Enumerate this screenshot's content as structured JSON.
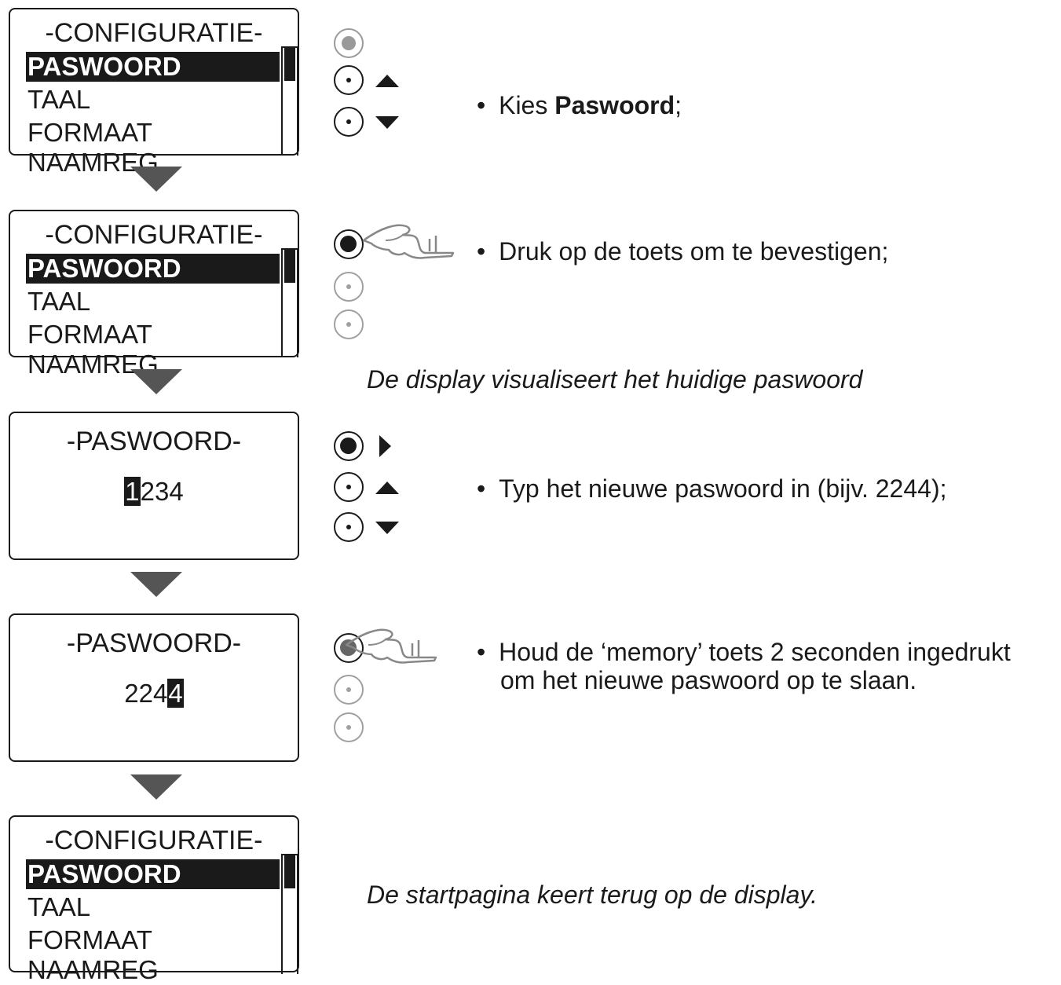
{
  "screens": [
    {
      "title": "-CONFIGURATIE-",
      "items": [
        "PASWOORD",
        "TAAL",
        "FORMAAT NAAMREG"
      ]
    },
    {
      "title": "-CONFIGURATIE-",
      "items": [
        "PASWOORD",
        "TAAL",
        "FORMAAT NAAMREG"
      ]
    },
    {
      "title": "-PASWOORD-",
      "pw_before": "",
      "pw_cursor": "1",
      "pw_after": "234"
    },
    {
      "title": "-PASWOORD-",
      "pw_before": "224",
      "pw_cursor": "4",
      "pw_after": ""
    },
    {
      "title": "-CONFIGURATIE-",
      "items": [
        "PASWOORD",
        "TAAL",
        "FORMAAT NAAMREG"
      ]
    }
  ],
  "steps": [
    {
      "bullet": "•",
      "prefix": "Kies ",
      "bold": "Paswoord",
      "suffix": ";"
    },
    {
      "bullet": "•",
      "text": "Druk op de toets om te bevestigen;"
    },
    {
      "bullet": "•",
      "text": "Typ het nieuwe paswoord in (bijv. 2244);"
    },
    {
      "bullet": "•",
      "line1": "Houd de ‘memory’ toets 2 seconden ingedrukt",
      "line2": "om het nieuwe paswoord op te slaan."
    }
  ],
  "notes": {
    "display_shows_password": "De display visualiseert het huidige paswoord",
    "home_returns": "De startpagina keert terug op de display."
  }
}
